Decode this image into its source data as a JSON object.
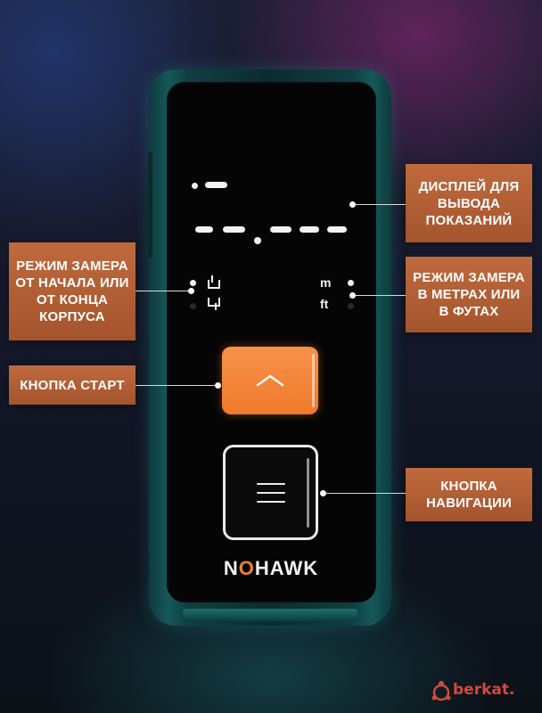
{
  "callouts": {
    "display": "ДИСПЛЕЙ ДЛЯ\nВЫВОДА\nПОКАЗАНИЙ",
    "measure_mode": "РЕЖИМ ЗАМЕРА\nОТ НАЧАЛА ИЛИ\nОТ КОНЦА\nКОРПУСА",
    "units_mode": "РЕЖИМ ЗАМЕРА\nВ МЕТРАХ ИЛИ\nВ ФУТАХ",
    "start_button": "КНОПКА СТАРТ",
    "nav_button": "КНОПКА\nНАВИГАЦИИ"
  },
  "screen": {
    "unit_m": "m",
    "unit_ft": "ft"
  },
  "brand": {
    "prefix": "N",
    "o_letter": "O",
    "suffix": "HAWK"
  },
  "watermark": {
    "text": "berkat."
  },
  "colors": {
    "accent_orange": "#ef7a2c",
    "callout_bg": "#b45f34",
    "device_teal": "#16595a",
    "watermark_red": "#d24a3c"
  },
  "icons": {
    "start": "chevron-up-icon",
    "nav": "menu-lines-icon",
    "mode_front": "device-front-icon",
    "mode_back": "device-back-icon"
  }
}
